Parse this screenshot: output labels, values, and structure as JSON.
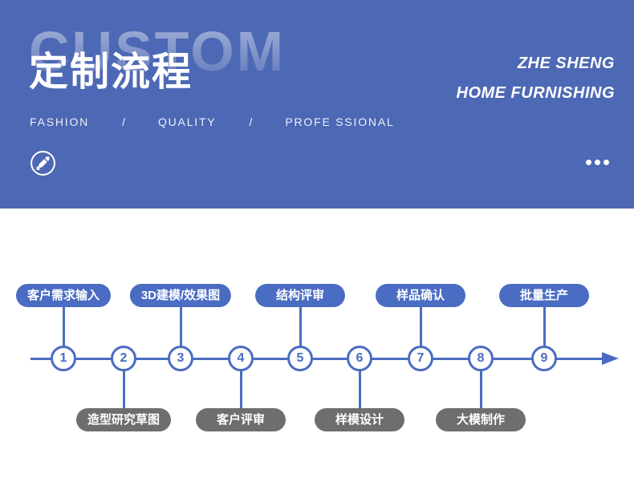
{
  "colors": {
    "banner_bg": "#4d68b4",
    "accent": "#4a6cc2",
    "gray": "#6e6e6e",
    "text_on_color": "#ffffff"
  },
  "banner": {
    "ghost_text": "CUSTOM",
    "title": "定制流程",
    "tagline": [
      "FASHION",
      "/",
      "QUALITY",
      "/",
      "PROFE SSIONAL"
    ],
    "brand_line1": "ZHE SHENG",
    "brand_line2": "HOME FURNISHING",
    "corner_icon": "pencil-ruler-icon",
    "menu_icon": "ellipsis-icon"
  },
  "timeline": {
    "steps": [
      {
        "num": "1",
        "label": "客户需求输入",
        "side": "top"
      },
      {
        "num": "2",
        "label": "造型研究草图",
        "side": "bottom"
      },
      {
        "num": "3",
        "label": "3D建模/效果图",
        "side": "top"
      },
      {
        "num": "4",
        "label": "客户评审",
        "side": "bottom"
      },
      {
        "num": "5",
        "label": "结构评审",
        "side": "top"
      },
      {
        "num": "6",
        "label": "样模设计",
        "side": "bottom"
      },
      {
        "num": "7",
        "label": "样品确认",
        "side": "top"
      },
      {
        "num": "8",
        "label": "大模制作",
        "side": "bottom"
      },
      {
        "num": "9",
        "label": "批量生产",
        "side": "top"
      }
    ]
  }
}
